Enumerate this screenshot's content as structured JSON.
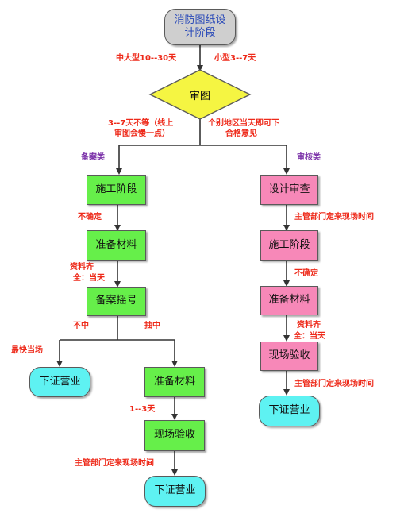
{
  "nodes": {
    "start": "消防图纸设计阶段",
    "review": "审图",
    "left_construction": "施工阶段",
    "left_prepare": "准备材料",
    "left_filing": "备案摇号",
    "left_license": "下证营业",
    "mid_prepare": "准备材料",
    "mid_inspect": "现场验收",
    "mid_license": "下证营业",
    "right_design_review": "设计审查",
    "right_construction": "施工阶段",
    "right_prepare": "准备材料",
    "right_inspect": "现场验收",
    "right_license": "下证营业"
  },
  "labels": {
    "large_medium": "中大型10--30天",
    "small": "小型3--7天",
    "review_time_line1": "3--7天不等（线上",
    "review_time_line2": "审图会慢一点）",
    "same_day_line1": "个别地区当天即可下",
    "same_day_line2": "合格意见",
    "filing_type": "备案类",
    "audit_type": "审核类",
    "left_uncertain": "不确定",
    "materials_line1": "资料齐",
    "materials_line2": "全：当天",
    "not_drawn": "不中",
    "drawn": "抽中",
    "fastest": "最快当场",
    "one_to_three": "1--3天",
    "mid_schedule": "主管部门定来现场时间",
    "right_schedule_1": "主管部门定来现场时间",
    "right_uncertain": "不确定",
    "right_materials_line1": "资料齐",
    "right_materials_line2": "全：当天",
    "right_schedule_2": "主管部门定来现场时间"
  },
  "colors": {
    "process": "#66ef4a",
    "audit": "#f788b8",
    "terminal": "#5ef2f2",
    "decision": "#f5f542",
    "start": "#cfcfcf",
    "annotation": "#ee2a1a",
    "category": "#7a30a8"
  }
}
